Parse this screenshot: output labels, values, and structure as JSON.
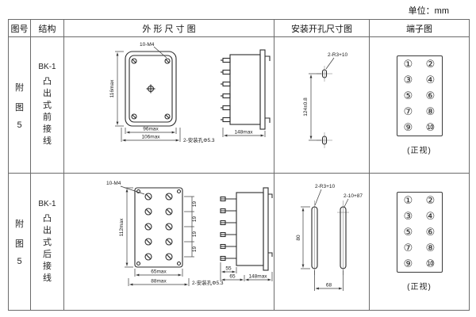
{
  "unit_label": "单位：mm",
  "headers": {
    "fig_no": "图号",
    "structure": "结构",
    "outline": "外 形 尺 寸 图",
    "mounting": "安装开孔尺寸图",
    "terminal": "端子图"
  },
  "row1": {
    "fig_chars": [
      "附",
      "图",
      "5"
    ],
    "model": "BK-1",
    "structure_chars": [
      "凸",
      "出",
      "式",
      "前",
      "接",
      "线"
    ],
    "outline": {
      "screw_label": "10-M4",
      "height_dim": "116max",
      "width_dim_inner": "96max",
      "width_dim_outer": "106max",
      "hole_label": "2-安装孔Φ5.3",
      "depth_dim": "148max"
    },
    "mounting": {
      "hole_label": "2-R3+10",
      "vertical_dim": "124±0.8"
    },
    "terminal": {
      "rows": [
        [
          "①",
          "②"
        ],
        [
          "③",
          "④"
        ],
        [
          "⑤",
          "⑥"
        ],
        [
          "⑦",
          "⑧"
        ],
        [
          "⑨",
          "⑩"
        ]
      ],
      "caption": "(正视)"
    }
  },
  "row2": {
    "fig_chars": [
      "附",
      "图",
      "5"
    ],
    "model": "BK-1",
    "structure_chars": [
      "凸",
      "出",
      "式",
      "后",
      "接",
      "线"
    ],
    "outline": {
      "screw_label": "10-M4",
      "height_dim": "112max",
      "pitch_dims": [
        "19",
        "19",
        "19",
        "19"
      ],
      "width_dim_inner": "65max",
      "width_dim_outer": "88max",
      "hole_label": "2-安装孔Φ5.3",
      "stud_dim": "55",
      "body_dim": "65",
      "depth_dim": "148max"
    },
    "mounting": {
      "hole_label": "2-R3+10",
      "slot_label": "2-10+87",
      "vertical_dim": "80",
      "bottom_dim": "68"
    },
    "terminal": {
      "rows": [
        [
          "①",
          "②"
        ],
        [
          "③",
          "④"
        ],
        [
          "⑤",
          "⑥"
        ],
        [
          "⑦",
          "⑧"
        ],
        [
          "⑨",
          "⑩"
        ]
      ],
      "caption": "(正视)"
    }
  }
}
